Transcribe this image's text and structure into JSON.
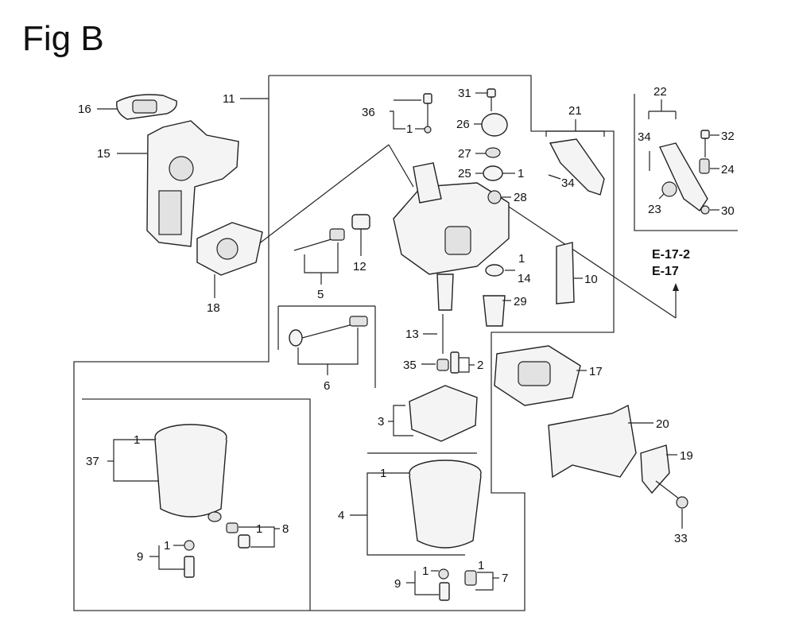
{
  "figure_title": "Fig B",
  "ref_labels": {
    "e17_2": "E-17-2",
    "e17": "E-17"
  },
  "parts": {
    "p1": "1",
    "p2": "2",
    "p3": "3",
    "p4": "4",
    "p5": "5",
    "p6": "6",
    "p7": "7",
    "p8": "8",
    "p9": "9",
    "p10": "10",
    "p11": "11",
    "p12": "12",
    "p13": "13",
    "p14": "14",
    "p15": "15",
    "p16": "16",
    "p17": "17",
    "p18": "18",
    "p19": "19",
    "p20": "20",
    "p21": "21",
    "p22": "22",
    "p23": "23",
    "p24": "24",
    "p25": "25",
    "p26": "26",
    "p27": "27",
    "p28": "28",
    "p29": "29",
    "p30": "30",
    "p31": "31",
    "p32": "32",
    "p33": "33",
    "p34": "34",
    "p35": "35",
    "p36": "36",
    "p37": "37"
  }
}
